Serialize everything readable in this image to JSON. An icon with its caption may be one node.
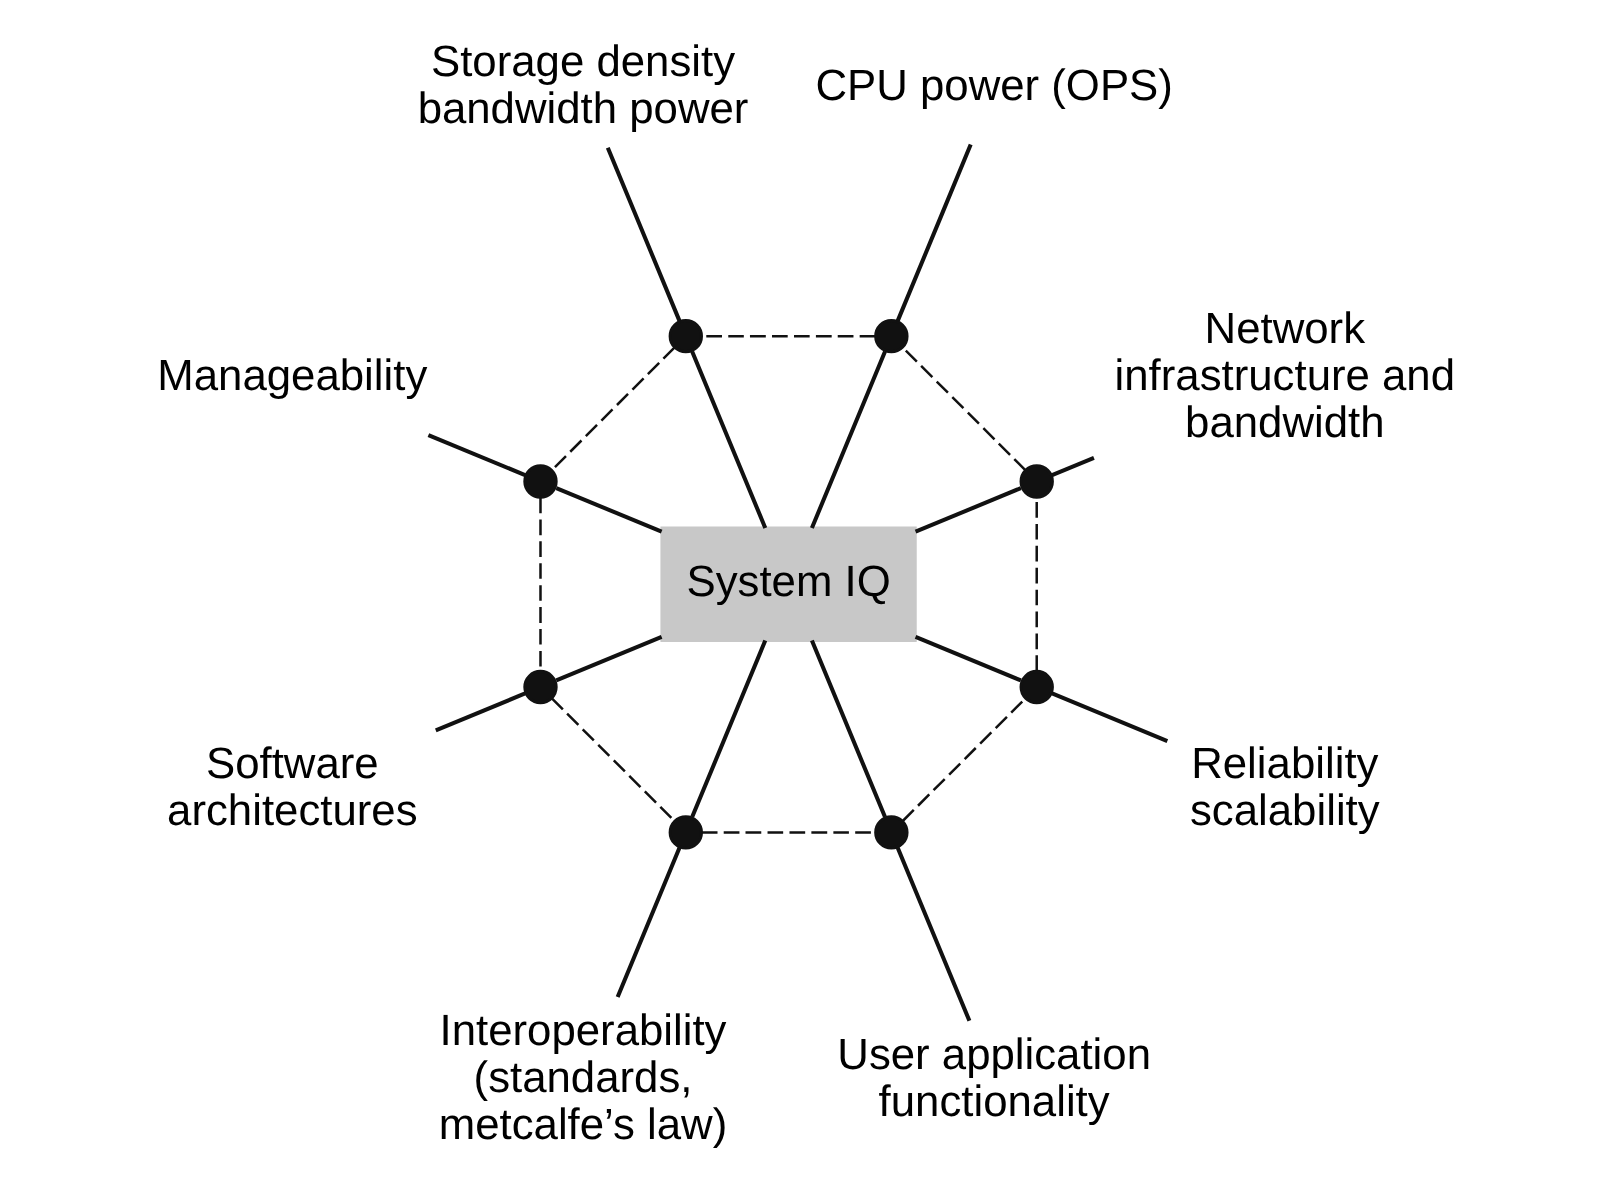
{
  "diagram": {
    "nodes": [
      {
        "text": [
          "System IQ"
        ]
      },
      {
        "text": [
          "Network infrastructure and bandwidth"
        ]
      },
      {
        "text": [
          "CPU power (OPS)"
        ]
      },
      {
        "text": [
          "Storage density bandwidth power"
        ]
      },
      {
        "text": [
          "Manageability"
        ]
      },
      {
        "text": [
          "Software architectures"
        ]
      },
      {
        "text": [
          "Interoperability (standards, metcalfe’s law)"
        ]
      },
      {
        "text": [
          "User application functionality"
        ]
      },
      {
        "text": [
          "Reliability scalability"
        ]
      },
      {
        "text": [],
        "shape": "circle"
      },
      {
        "text": [],
        "shape": "circle"
      },
      {
        "text": [],
        "shape": "circle"
      },
      {
        "text": [],
        "shape": "circle"
      },
      {
        "text": [],
        "shape": "circle"
      },
      {
        "text": [],
        "shape": "circle"
      },
      {
        "text": [],
        "shape": "circle"
      },
      {
        "text": [],
        "shape": "circle"
      }
    ],
    "edges": [
      {
        "from": 0,
        "to": 9,
        "arrow": "none"
      },
      {
        "from": 0,
        "to": 10,
        "arrow": "none"
      },
      {
        "from": 0,
        "to": 11,
        "arrow": "none"
      },
      {
        "from": 0,
        "to": 12,
        "arrow": "none"
      },
      {
        "from": 0,
        "to": 13,
        "arrow": "none"
      },
      {
        "from": 0,
        "to": 14,
        "arrow": "none"
      },
      {
        "from": 0,
        "to": 15,
        "arrow": "none"
      },
      {
        "from": 0,
        "to": 16,
        "arrow": "none"
      },
      {
        "from": 9,
        "to": 1,
        "arrow": "none"
      },
      {
        "from": 10,
        "to": 2,
        "arrow": "none"
      },
      {
        "from": 11,
        "to": 3,
        "arrow": "none"
      },
      {
        "from": 12,
        "to": 4,
        "arrow": "none"
      },
      {
        "from": 13,
        "to": 5,
        "arrow": "none"
      },
      {
        "from": 14,
        "to": 6,
        "arrow": "none"
      },
      {
        "from": 15,
        "to": 7,
        "arrow": "none"
      },
      {
        "from": 16,
        "to": 8,
        "arrow": "none"
      },
      {
        "from": 9,
        "to": 10,
        "arrow": "none",
        "style": "dashed"
      },
      {
        "from": 10,
        "to": 11,
        "arrow": "none",
        "style": "dashed"
      },
      {
        "from": 11,
        "to": 12,
        "arrow": "none",
        "style": "dashed"
      },
      {
        "from": 12,
        "to": 13,
        "arrow": "none",
        "style": "dashed"
      },
      {
        "from": 13,
        "to": 14,
        "arrow": "none",
        "style": "dashed"
      },
      {
        "from": 14,
        "to": 15,
        "arrow": "none",
        "style": "dashed"
      },
      {
        "from": 15,
        "to": 16,
        "arrow": "none",
        "style": "dashed"
      },
      {
        "from": 16,
        "to": 9,
        "arrow": "none",
        "style": "dashed"
      }
    ]
  }
}
